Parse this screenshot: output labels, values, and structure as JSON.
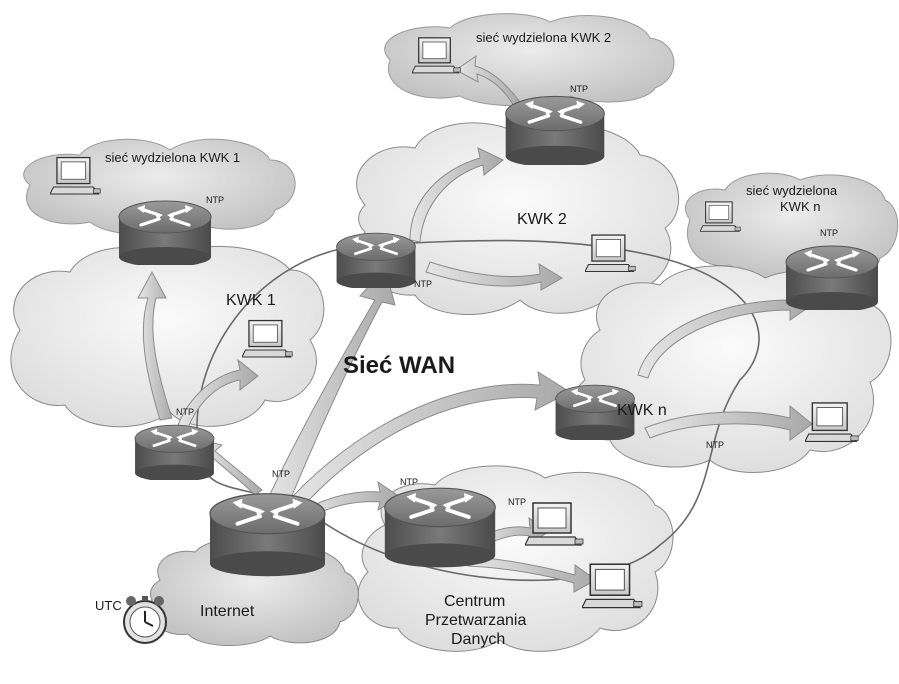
{
  "title": "Sieć WAN",
  "nodes": {
    "kwk1": "KWK 1",
    "kwk2": "KWK 2",
    "kwkn": "KWK n",
    "internet": "Internet",
    "cpd_line1": "Centrum",
    "cpd_line2": "Przetwarzania",
    "cpd_line3": "Danych"
  },
  "segments": {
    "kwk1": "sieć wydzielona KWK 1",
    "kwk2": "sieć wydzielona KWK 2",
    "kwkn_line1": "sieć wydzielona",
    "kwkn_line2": "KWK n"
  },
  "ntp_label": "NTP",
  "utc_label": "UTC",
  "colors": {
    "cloud_dark": "#d7d7d7",
    "cloud_light": "#f3f3f3",
    "router_body": "#5f5f5f",
    "arrow_fill": "#bdbdbd"
  }
}
